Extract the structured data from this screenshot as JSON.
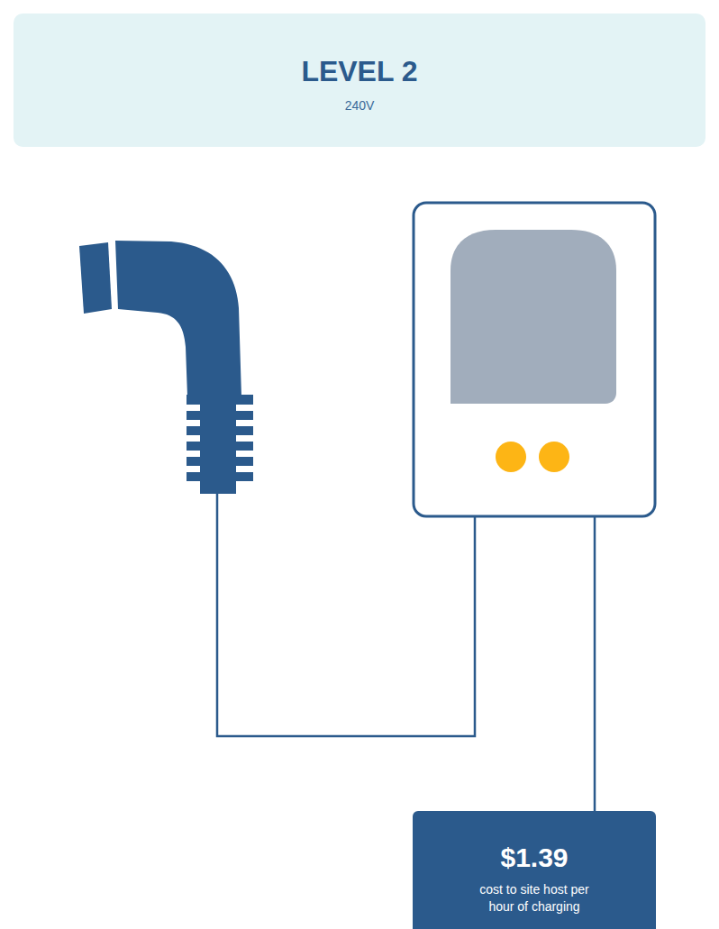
{
  "diagram": {
    "nodes": [
      {
        "text": [
          "LEVEL 2",
          "240V"
        ]
      },
      {
        "text": [
          "$1.39",
          "cost to site host per hour of charging"
        ]
      }
    ]
  }
}
